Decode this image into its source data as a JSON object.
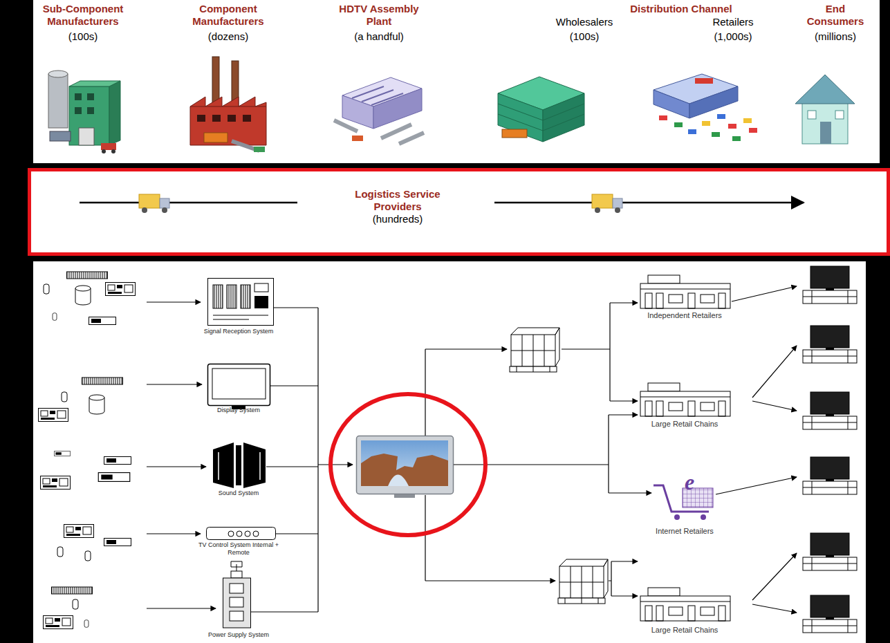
{
  "diagram": {
    "nodes": [
      {
        "text": [
          "Logistics Service Providers",
          "(hundreds)"
        ]
      },
      {
        "text": [
          "Signal Reception System"
        ]
      },
      {
        "text": [
          "Display System"
        ]
      },
      {
        "text": [
          "Sound System"
        ]
      },
      {
        "text": [
          "TV Control System Internal + Remote"
        ]
      },
      {
        "text": [
          "Power Supply System"
        ]
      },
      {
        "text": [
          "Independent Retailers"
        ]
      },
      {
        "text": [
          "Large Retail Chains"
        ]
      },
      {
        "text": [
          "Internet Retailers"
        ]
      },
      {
        "text": [
          "Large Retail Chains"
        ]
      }
    ],
    "labels": [
      "Sub-Component Manufacturers",
      "(100s)",
      "Component Manufacturers",
      "(dozens)",
      "HDTV Assembly Plant",
      "(a handful)",
      "Distribution Channel",
      "Wholesalers",
      "(100s)",
      "Retailers",
      "(1,000s)",
      "End Consumers",
      "(millions)",
      "e"
    ]
  }
}
